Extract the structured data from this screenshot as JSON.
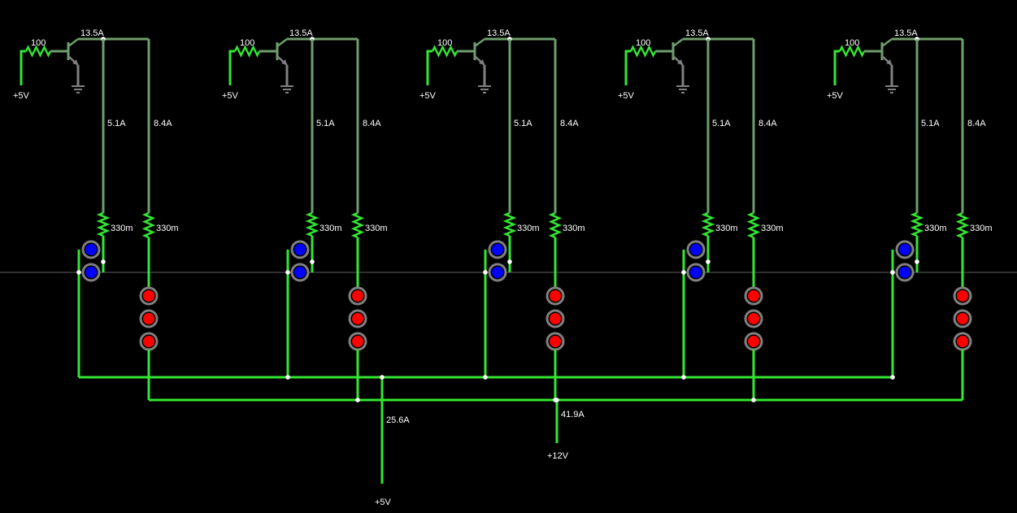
{
  "colors": {
    "background": "#000000",
    "live_wire": "#33e633",
    "idle_wire": "#6e9e6e",
    "dark_wire": "#808080",
    "junction": "#ffffff",
    "text": "#ffffff",
    "blue_led": "#0000ff",
    "red_led": "#ff0000",
    "led_ring": "#808080",
    "crosshair": "#606060"
  },
  "stages": [
    {
      "base_resistor_label": "100",
      "supply_label": "+5V",
      "collector_current": "13.5A",
      "blue_branch_current": "5.1A",
      "red_branch_current": "8.4A",
      "blue_resistor_label": "330m",
      "red_resistor_label": "330m",
      "blue_led_count": 2,
      "red_led_count": 3
    },
    {
      "base_resistor_label": "100",
      "supply_label": "+5V",
      "collector_current": "13.5A",
      "blue_branch_current": "5.1A",
      "red_branch_current": "8.4A",
      "blue_resistor_label": "330m",
      "red_resistor_label": "330m",
      "blue_led_count": 2,
      "red_led_count": 3
    },
    {
      "base_resistor_label": "100",
      "supply_label": "+5V",
      "collector_current": "13.5A",
      "blue_branch_current": "5.1A",
      "red_branch_current": "8.4A",
      "blue_resistor_label": "330m",
      "red_resistor_label": "330m",
      "blue_led_count": 2,
      "red_led_count": 3
    },
    {
      "base_resistor_label": "100",
      "supply_label": "+5V",
      "collector_current": "13.5A",
      "blue_branch_current": "5.1A",
      "red_branch_current": "8.4A",
      "blue_resistor_label": "330m",
      "red_resistor_label": "330m",
      "blue_led_count": 2,
      "red_led_count": 3
    },
    {
      "base_resistor_label": "100",
      "supply_label": "+5V",
      "collector_current": "13.5A",
      "blue_branch_current": "5.1A",
      "red_branch_current": "8.4A",
      "blue_resistor_label": "330m",
      "red_resistor_label": "330m",
      "blue_led_count": 2,
      "red_led_count": 3
    }
  ],
  "supplies": {
    "blue_bus_current": "25.6A",
    "blue_bus_supply": "+5V",
    "red_bus_current": "41.9A",
    "red_bus_supply": "+12V"
  }
}
